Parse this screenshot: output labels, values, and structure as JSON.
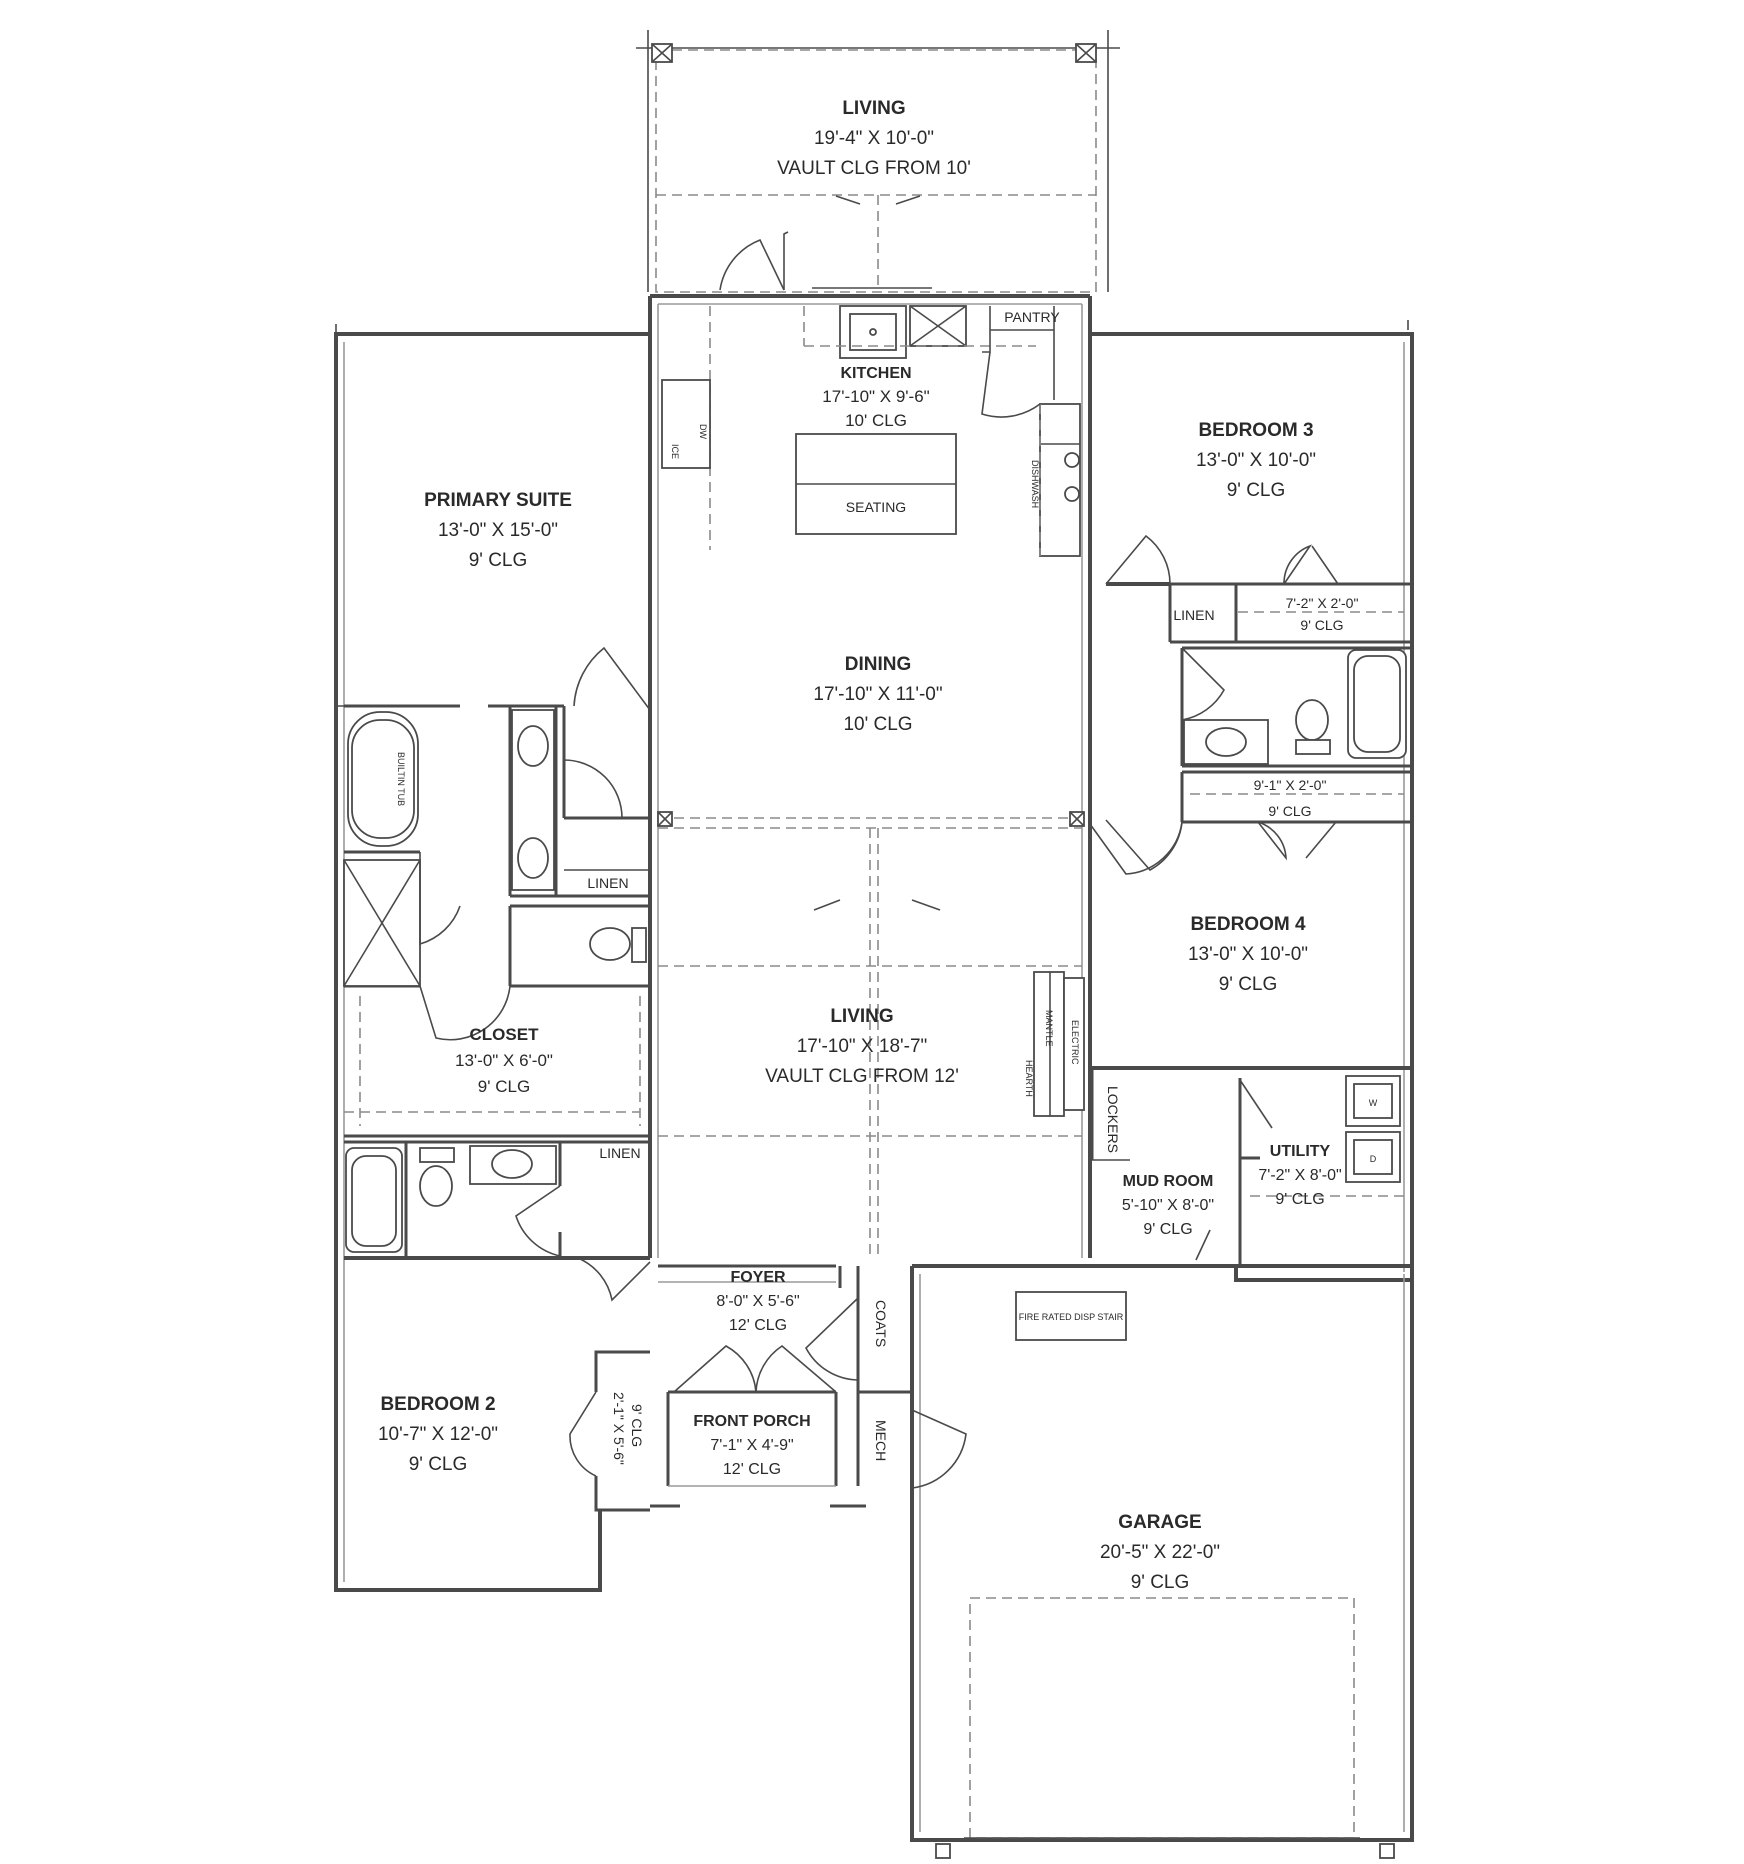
{
  "rooms": {
    "rear_living": {
      "name": "LIVING",
      "dims": "19'-4\" X 10'-0\"",
      "ceiling": "VAULT CLG FROM 10'"
    },
    "kitchen": {
      "name": "KITCHEN",
      "dims": "17'-10\" X 9'-6\"",
      "ceiling": "10' CLG"
    },
    "pantry": {
      "name": "PANTRY"
    },
    "primary_suite": {
      "name": "PRIMARY SUITE",
      "dims": "13'-0\" X 15'-0\"",
      "ceiling": "9' CLG"
    },
    "bedroom_3": {
      "name": "BEDROOM 3",
      "dims": "13'-0\" X 10'-0\"",
      "ceiling": "9' CLG"
    },
    "closet_b3": {
      "dims": "7'-2\" X 2'-0\"",
      "ceiling": "9' CLG"
    },
    "linen_hall": {
      "name": "LINEN"
    },
    "dining": {
      "name": "DINING",
      "dims": "17'-10\" X 11'-0\"",
      "ceiling": "10' CLG"
    },
    "closet_b4": {
      "dims": "9'-1\" X 2'-0\"",
      "ceiling": "9' CLG"
    },
    "linen_primary": {
      "name": "LINEN"
    },
    "bedroom_4": {
      "name": "BEDROOM 4",
      "dims": "13'-0\" X 10'-0\"",
      "ceiling": "9' CLG"
    },
    "living": {
      "name": "LIVING",
      "dims": "17'-10\" X 18'-7\"",
      "ceiling": "VAULT CLG FROM 12'"
    },
    "closet_primary": {
      "name": "CLOSET",
      "dims": "13'-0\" X 6'-0\"",
      "ceiling": "9' CLG"
    },
    "lockers": {
      "name": "LOCKERS"
    },
    "utility": {
      "name": "UTILITY",
      "dims": "7'-2\" X 8'-0\"",
      "ceiling": "9' CLG"
    },
    "mud_room": {
      "name": "MUD ROOM",
      "dims": "5'-10\" X 8'-0\"",
      "ceiling": "9' CLG"
    },
    "linen_bath2": {
      "name": "LINEN"
    },
    "foyer": {
      "name": "FOYER",
      "dims": "8'-0\" X 5'-6\"",
      "ceiling": "12' CLG"
    },
    "coats": {
      "name": "COATS"
    },
    "bedroom_2": {
      "name": "BEDROOM 2",
      "dims": "10'-7\" X 12'-0\"",
      "ceiling": "9' CLG"
    },
    "closet_b2": {
      "dims": "2'-1\" X 5'-6\"",
      "ceiling": "9' CLG"
    },
    "front_porch": {
      "name": "FRONT PORCH",
      "dims": "7'-1\" X 4'-9\"",
      "ceiling": "12' CLG"
    },
    "mech": {
      "name": "MECH"
    },
    "garage": {
      "name": "GARAGE",
      "dims": "20'-5\" X 22'-0\"",
      "ceiling": "9' CLG"
    }
  },
  "labels": {
    "seating": "SEATING",
    "dw": "DW",
    "ice": "ICE",
    "dishwasher": "DISHWASH",
    "tub": "BUILTIN TUB",
    "hearth": "HEARTH",
    "mantle": "MANTLE",
    "electric": "ELECTRIC",
    "washer": "W",
    "dryer": "D",
    "stair": "FIRE RATED DISP STAIR"
  }
}
